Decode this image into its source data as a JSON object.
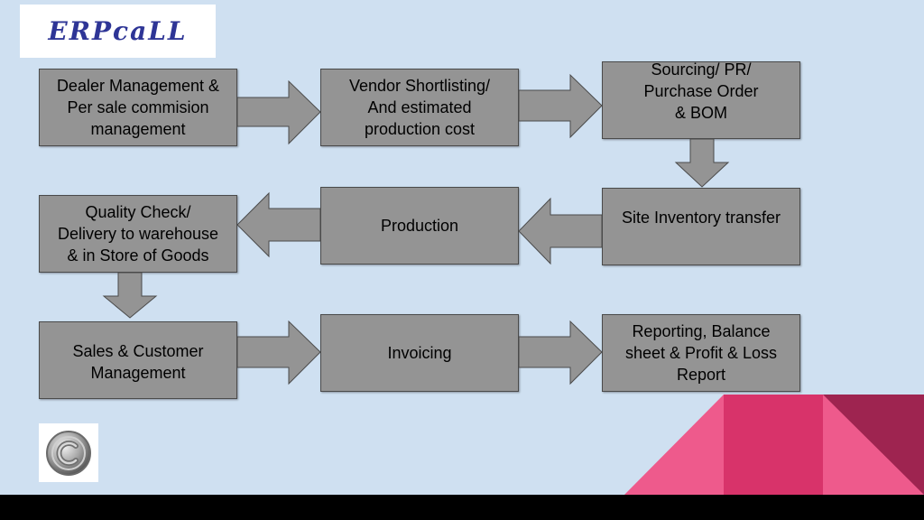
{
  "logo": {
    "text": "ERPcaLL"
  },
  "process": {
    "dealer": "Dealer Management &\nPer sale commision\nmanagement",
    "vendor": "Vendor Shortlisting/\nAnd estimated\nproduction cost",
    "sourcing": "Sourcing/ PR/\nPurchase Order\n& BOM",
    "site_inventory": "Site Inventory transfer",
    "production": "Production",
    "quality": "Quality Check/\nDelivery to warehouse\n& in Store of Goods",
    "sales": "Sales & Customer\nManagement",
    "invoicing": "Invoicing",
    "reporting": "Reporting, Balance\nsheet & Profit & Loss\nReport"
  },
  "icons": {
    "copyright": "copyright-icon"
  },
  "colors": {
    "background": "#cfe0f1",
    "box_fill": "#949494",
    "logo_text": "#2e3596",
    "accent_pink": "#ee5a8c",
    "accent_crimson": "#d8336a",
    "accent_dark": "#9e2450"
  }
}
